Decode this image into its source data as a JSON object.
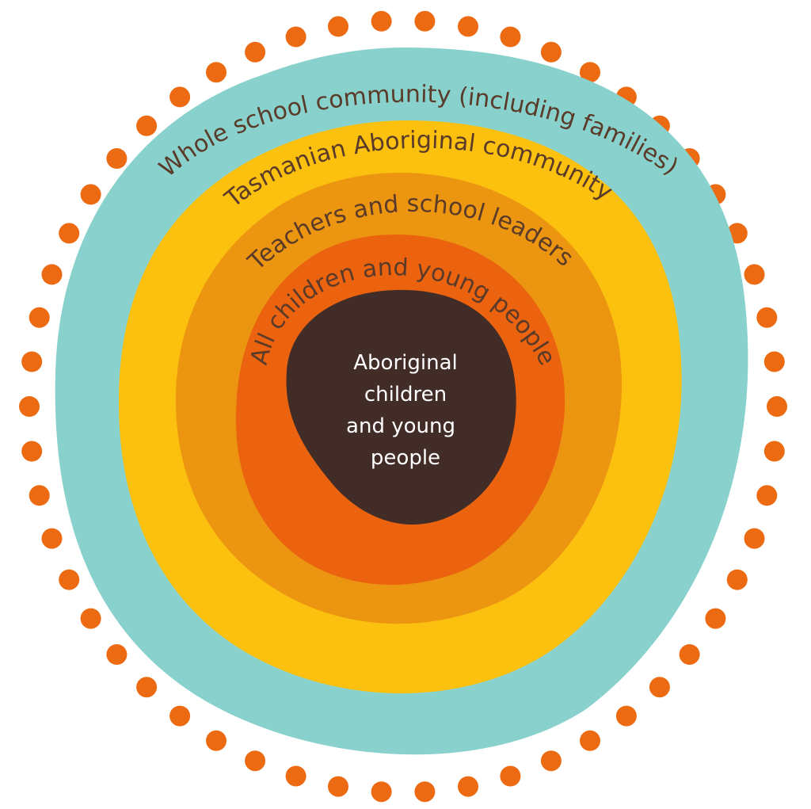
{
  "colors": {
    "dots": "#ec6a12",
    "ring_whole_school": "#88d1cc",
    "ring_aboriginal_community": "#fcc00f",
    "ring_teachers": "#ec9510",
    "ring_all_children": "#ec630f",
    "core": "#412c27",
    "label_text": "#5a3a28",
    "core_text": "#ffffff"
  },
  "rings": {
    "whole_school": "Whole school community (including families)",
    "aboriginal_community": "Tasmanian Aboriginal community",
    "teachers": "Teachers and school leaders",
    "all_children": "All children and young people"
  },
  "core": {
    "line1": "Aboriginal",
    "line2": "children",
    "line3": "and young",
    "line4": "people"
  }
}
